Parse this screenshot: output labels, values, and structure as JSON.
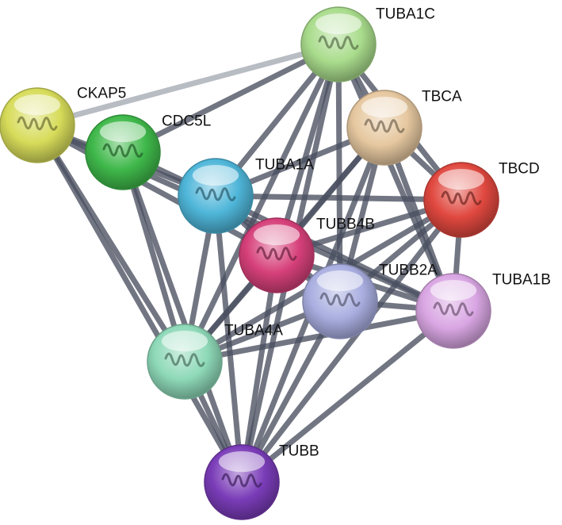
{
  "nodes": [
    {
      "id": "TUBA1C",
      "label": "TUBA1C",
      "color": "#a9dc8c",
      "icon": "protein-structure-icon"
    },
    {
      "id": "CKAP5",
      "label": "CKAP5",
      "color": "#d7dc5a",
      "icon": "protein-structure-icon"
    },
    {
      "id": "TBCA",
      "label": "TBCA",
      "color": "#e6c8a0",
      "icon": "protein-structure-icon"
    },
    {
      "id": "CDC5L",
      "label": "CDC5L",
      "color": "#3fb84a",
      "icon": "protein-structure-icon"
    },
    {
      "id": "TUBA1A",
      "label": "TUBA1A",
      "color": "#4fb6d9",
      "icon": "protein-structure-icon"
    },
    {
      "id": "TBCD",
      "label": "TBCD",
      "color": "#e0483f",
      "icon": "protein-structure-icon"
    },
    {
      "id": "TUBB4B",
      "label": "TUBB4B",
      "color": "#d6407a",
      "icon": "protein-structure-icon"
    },
    {
      "id": "TUBB2A",
      "label": "TUBB2A",
      "color": "#a9aee0",
      "icon": "protein-structure-icon"
    },
    {
      "id": "TUBA1B",
      "label": "TUBA1B",
      "color": "#d9a6e3",
      "icon": "protein-structure-icon"
    },
    {
      "id": "TUBA4A",
      "label": "TUBA4A",
      "color": "#8ed9b8",
      "icon": "protein-structure-icon"
    },
    {
      "id": "TUBB",
      "label": "TUBB",
      "color": "#7a3cb8",
      "icon": "protein-structure-icon"
    }
  ],
  "edges": [
    {
      "source": "CKAP5",
      "target": "TUBA1C",
      "style": "light"
    },
    {
      "source": "CKAP5",
      "target": "TUBA1A",
      "style": "dark"
    },
    {
      "source": "CKAP5",
      "target": "TUBB4B",
      "style": "dark"
    },
    {
      "source": "CKAP5",
      "target": "TUBA4A",
      "style": "dark"
    },
    {
      "source": "CKAP5",
      "target": "TUBB",
      "style": "dark"
    },
    {
      "source": "CKAP5",
      "target": "TUBA1B",
      "style": "dark"
    },
    {
      "source": "CDC5L",
      "target": "TUBA1C",
      "style": "dark"
    },
    {
      "source": "CDC5L",
      "target": "TUBA1A",
      "style": "dark"
    },
    {
      "source": "CDC5L",
      "target": "TUBA4A",
      "style": "dark"
    },
    {
      "source": "CDC5L",
      "target": "TUBB",
      "style": "dark"
    },
    {
      "source": "TUBA1C",
      "target": "TBCA",
      "style": "dark"
    },
    {
      "source": "TUBA1C",
      "target": "TUBA1A",
      "style": "dark"
    },
    {
      "source": "TUBA1C",
      "target": "TUBB4B",
      "style": "dark"
    },
    {
      "source": "TUBA1C",
      "target": "TUBB2A",
      "style": "dark"
    },
    {
      "source": "TUBA1C",
      "target": "TBCD",
      "style": "dark"
    },
    {
      "source": "TUBA1C",
      "target": "TUBA4A",
      "style": "dark"
    },
    {
      "source": "TUBA1C",
      "target": "TUBB",
      "style": "dark"
    },
    {
      "source": "TUBA1C",
      "target": "TUBA1B",
      "style": "dark"
    },
    {
      "source": "TBCA",
      "target": "TUBA1A",
      "style": "dark"
    },
    {
      "source": "TBCA",
      "target": "TBCD",
      "style": "dark"
    },
    {
      "source": "TBCA",
      "target": "TUBB4B",
      "style": "dark"
    },
    {
      "source": "TBCA",
      "target": "TUBB2A",
      "style": "dark"
    },
    {
      "source": "TBCA",
      "target": "TUBA1B",
      "style": "dark"
    },
    {
      "source": "TBCA",
      "target": "TUBA4A",
      "style": "dark"
    },
    {
      "source": "TBCA",
      "target": "TUBB",
      "style": "dark"
    },
    {
      "source": "TBCD",
      "target": "TUBA1A",
      "style": "dark"
    },
    {
      "source": "TBCD",
      "target": "TUBB4B",
      "style": "dark"
    },
    {
      "source": "TBCD",
      "target": "TUBB2A",
      "style": "dark"
    },
    {
      "source": "TBCD",
      "target": "TUBA1B",
      "style": "dark"
    },
    {
      "source": "TBCD",
      "target": "TUBA4A",
      "style": "dark"
    },
    {
      "source": "TBCD",
      "target": "TUBB",
      "style": "dark"
    },
    {
      "source": "TUBA1A",
      "target": "TUBB4B",
      "style": "dark"
    },
    {
      "source": "TUBA1A",
      "target": "TUBB2A",
      "style": "dark"
    },
    {
      "source": "TUBA1A",
      "target": "TUBA1B",
      "style": "dark"
    },
    {
      "source": "TUBA1A",
      "target": "TUBA4A",
      "style": "dark"
    },
    {
      "source": "TUBA1A",
      "target": "TUBB",
      "style": "dark"
    },
    {
      "source": "TUBB4B",
      "target": "TUBB2A",
      "style": "dark"
    },
    {
      "source": "TUBB4B",
      "target": "TUBA1B",
      "style": "dark"
    },
    {
      "source": "TUBB4B",
      "target": "TUBA4A",
      "style": "dark"
    },
    {
      "source": "TUBB4B",
      "target": "TUBB",
      "style": "dark"
    },
    {
      "source": "TUBB2A",
      "target": "TUBA1B",
      "style": "dark"
    },
    {
      "source": "TUBB2A",
      "target": "TUBA4A",
      "style": "dark"
    },
    {
      "source": "TUBB2A",
      "target": "TUBB",
      "style": "dark"
    },
    {
      "source": "TUBA1B",
      "target": "TUBA4A",
      "style": "dark"
    },
    {
      "source": "TUBA1B",
      "target": "TUBB",
      "style": "dark"
    },
    {
      "source": "TUBA4A",
      "target": "TUBB",
      "style": "dark"
    }
  ]
}
